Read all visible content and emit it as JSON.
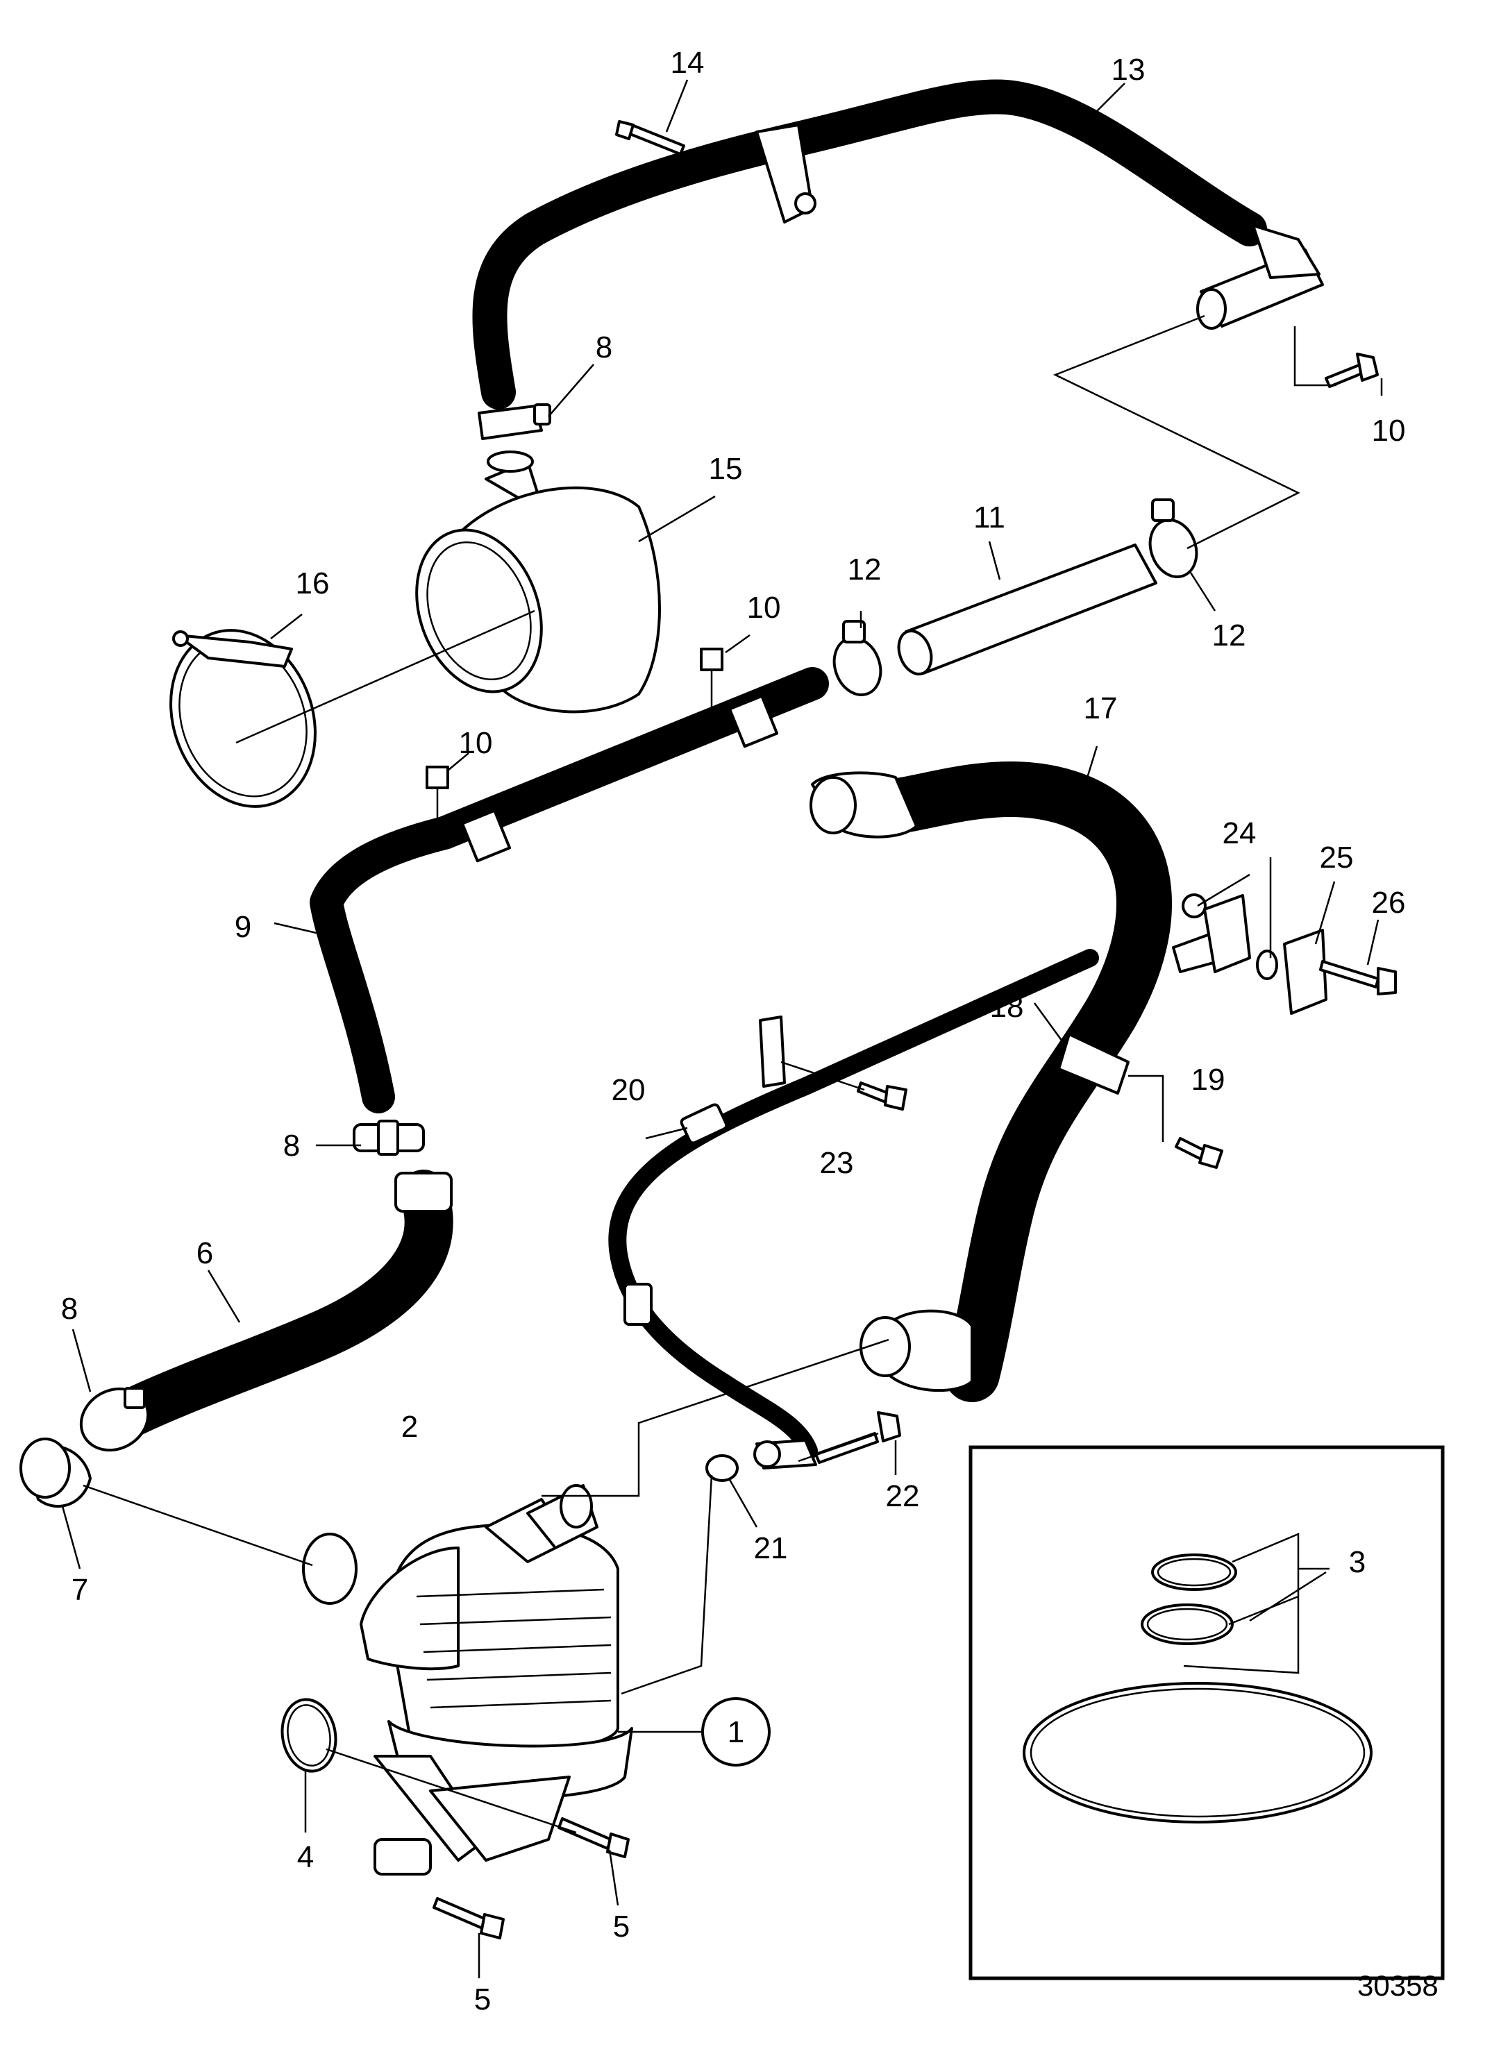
{
  "figure": {
    "number": "30358",
    "callouts": {
      "c1": "1",
      "c2": "2",
      "c3": "3",
      "c4": "4",
      "c5a": "5",
      "c5b": "5",
      "c6": "6",
      "c7": "7",
      "c8a": "8",
      "c8b": "8",
      "c8c": "8",
      "c9": "9",
      "c10a": "10",
      "c10b": "10",
      "c10c": "10",
      "c11": "11",
      "c12a": "12",
      "c12b": "12",
      "c13": "13",
      "c14": "14",
      "c15": "15",
      "c16": "16",
      "c17": "17",
      "c18": "18",
      "c19": "19",
      "c20": "20",
      "c21": "21",
      "c22": "22",
      "c23": "23",
      "c24": "24",
      "c25": "25",
      "c26": "26"
    }
  },
  "colors": {
    "line": "#000000",
    "background": "#ffffff"
  }
}
